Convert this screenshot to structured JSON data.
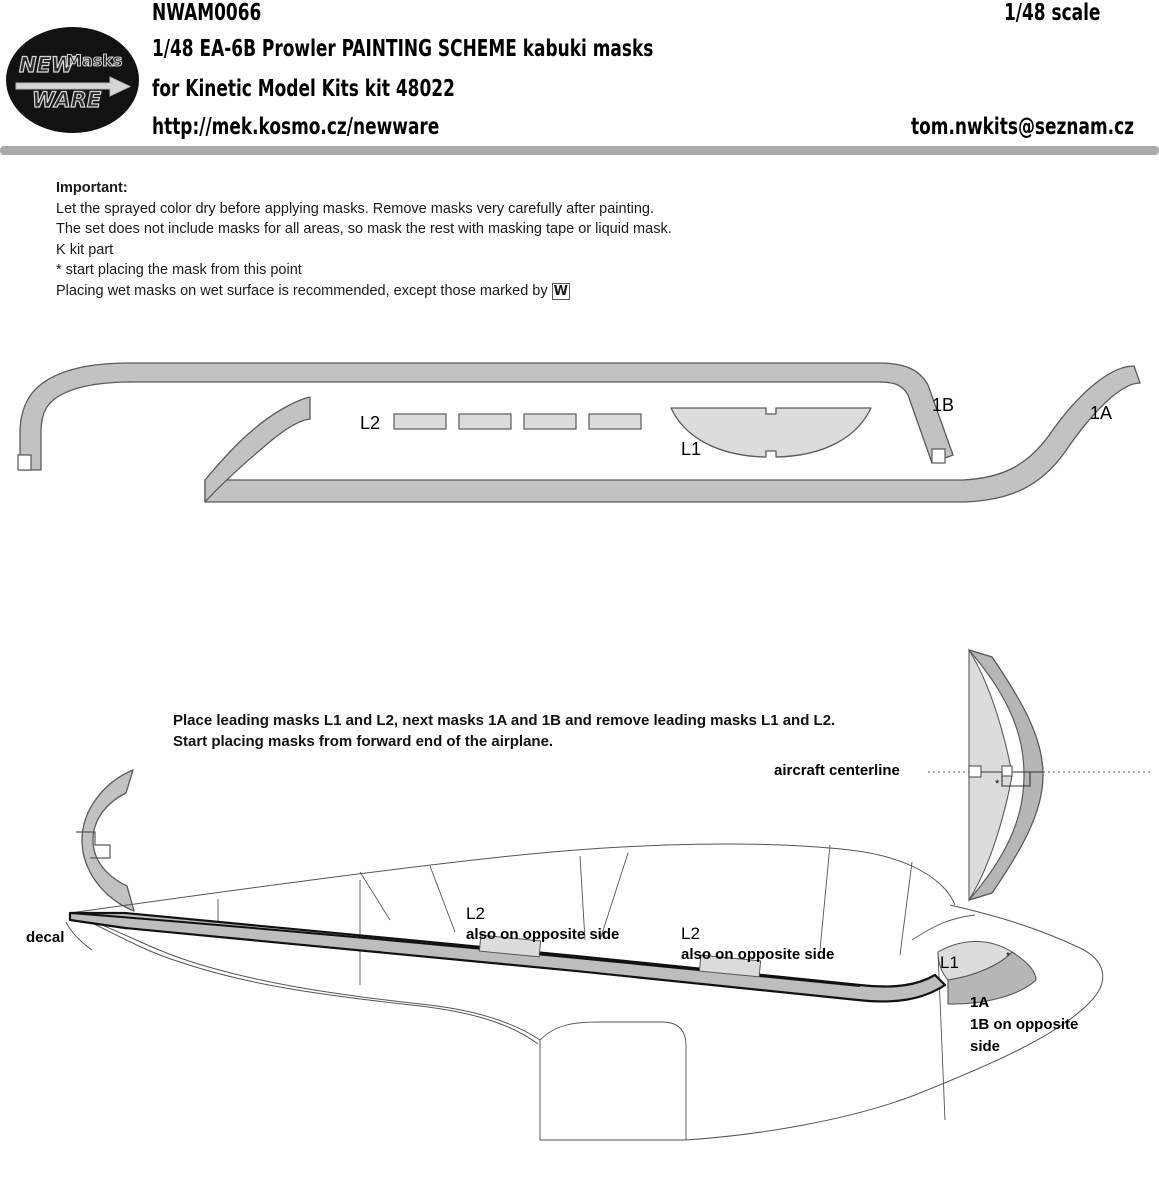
{
  "header": {
    "logo": {
      "new": "NEW",
      "ware": "WARE",
      "masks": "Masks",
      "arrow_icon": "right-arrow-icon"
    },
    "code": "NWAM0066",
    "title": "1/48 EA-6B Prowler PAINTING SCHEME kabuki masks",
    "subtitle": "for Kinetic Model Kits kit 48022",
    "url": "http://mek.kosmo.cz/newware",
    "scale": "1/48 scale",
    "email": "tom.nwkits@seznam.cz"
  },
  "important": {
    "heading": "Important:",
    "lines": [
      "Let the sprayed color dry before applying masks. Remove masks very carefully after painting.",
      "The set does not include masks for all areas, so mask the rest with masking tape or liquid mask.",
      "K kit part",
      "*  start placing the mask from this point"
    ],
    "wet_line_prefix": "Placing wet masks on wet surface is recommended, except those marked by ",
    "wet_line_mark": "W"
  },
  "sheet_diagram": {
    "labels": {
      "l2": "L2",
      "l1": "L1",
      "one_b": "1B",
      "one_a": "1A"
    }
  },
  "instructions": {
    "line1": "Place leading masks L1 and L2, next masks 1A and 1B and remove leading masks L1 and L2.",
    "line2": "Start placing masks from forward end of the airplane."
  },
  "application_diagram": {
    "centerline_label": "aircraft centerline",
    "decal_label": "decal",
    "asterisk": "*",
    "l2_left": {
      "code": "L2",
      "note": "also on opposite side"
    },
    "l2_right": {
      "code": "L2",
      "note": "also on opposite side"
    },
    "l1": "L1",
    "one_a": "1A",
    "one_b_note_line1": "1B on opposite",
    "one_b_note_line2": "side"
  },
  "colors": {
    "mask_fill": "#c2c2c2",
    "mask_light_fill": "#dcdcdc",
    "mask_stroke": "#5a5a5a",
    "outline": "#3a3a3a",
    "rule": "#a9a9a9",
    "logo_bg": "#121212"
  }
}
